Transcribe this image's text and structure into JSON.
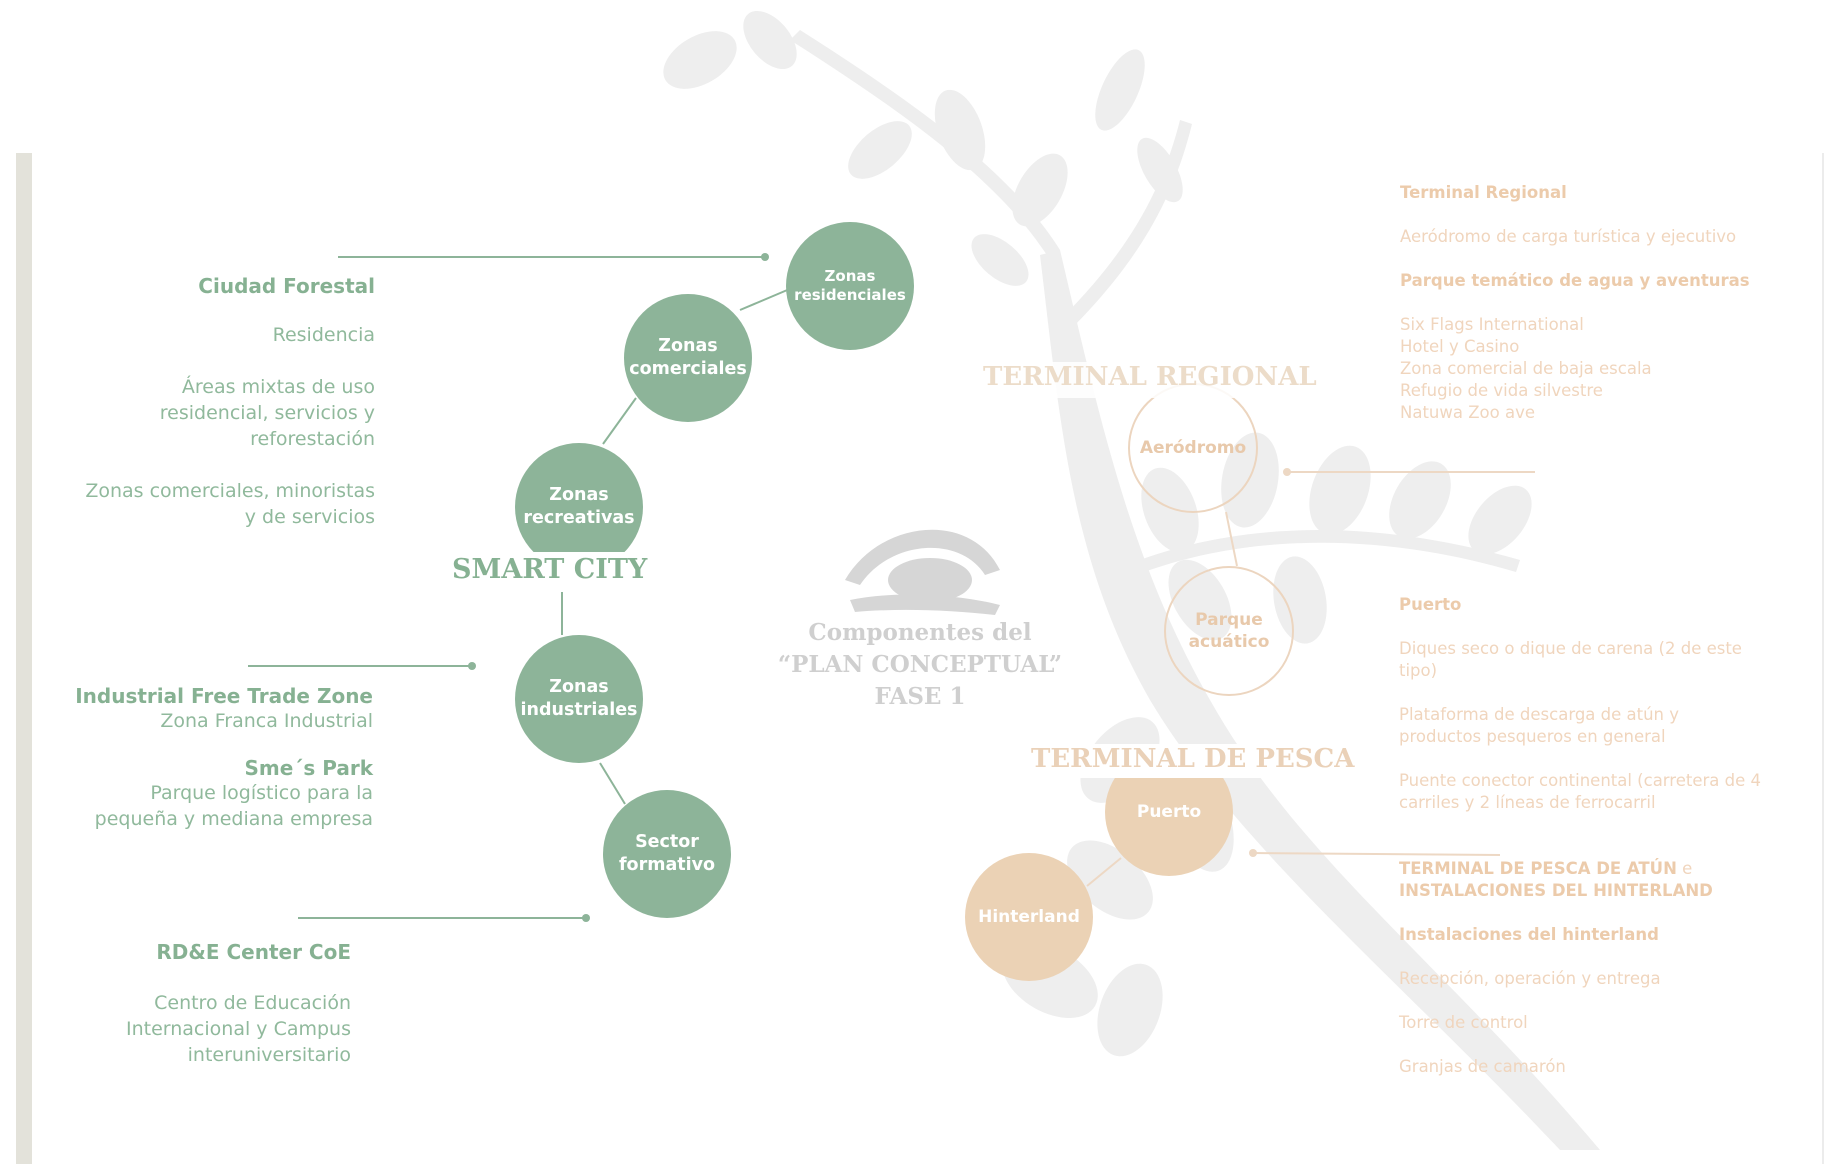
{
  "center": {
    "line1": "Componentes del",
    "line2": "“PLAN CONCEPTUAL”",
    "line3": "FASE 1"
  },
  "smart_city": {
    "title": "SMART CITY",
    "nodes": {
      "residenciales": "Zonas residenciales",
      "comerciales": "Zonas comerciales",
      "recreativas": "Zonas recreativas",
      "industriales": "Zonas industriales",
      "formativo": "Sector formativo"
    },
    "block1": {
      "heading": "Ciudad Forestal",
      "p1": "Residencia",
      "p2": [
        "Áreas mixtas de uso",
        "residencial, servicios y",
        "reforestación"
      ],
      "p3": [
        "Zonas comerciales, minoristas",
        "y de servicios"
      ]
    },
    "block2": {
      "heading1": "Industrial Free Trade Zone",
      "sub1": "Zona Franca Industrial",
      "heading2": "Sme´s Park",
      "sub2": [
        "Parque logístico para la",
        "pequeña y mediana empresa"
      ]
    },
    "block3": {
      "heading": "RD&E Center CoE",
      "p": [
        "Centro de Educación",
        "Internacional y Campus",
        "interuniversitario"
      ]
    }
  },
  "terminal_regional": {
    "title": "TERMINAL REGIONAL",
    "nodes": {
      "aerodromo": "Aeródromo",
      "parque": "Parque acuático"
    },
    "text": {
      "h1": "Terminal Regional",
      "p1": "Aeródromo de carga turística y ejecutivo",
      "h2": "Parque temático de agua y aventuras",
      "list": [
        "Six Flags International",
        "Hotel y Casino",
        "Zona comercial de baja escala",
        "Refugio de vida silvestre",
        "Natuwa Zoo ave"
      ]
    }
  },
  "terminal_pesca": {
    "title": "TERMINAL DE PESCA",
    "nodes": {
      "puerto": "Puerto",
      "hinterland": "Hinterland"
    },
    "text1": {
      "h": "Puerto",
      "items": [
        [
          "Diques seco o dique de carena (2 de este",
          "tipo)"
        ],
        [
          "Plataforma de descarga de atún y",
          "productos pesqueros en general"
        ],
        [
          "Puente conector continental (carretera de 4",
          "carriles y 2 líneas de ferrocarril"
        ]
      ]
    },
    "text2": {
      "h_bold1": "TERMINAL DE PESCA DE ATÚN",
      "h_plain": " e",
      "h_bold2": "INSTALACIONES DEL HINTERLAND",
      "h2": "Instalaciones del hinterland",
      "items": [
        "Recepción, operación y  entrega",
        "Torre de control",
        "Granjas de camarón"
      ]
    }
  },
  "colors": {
    "green": "#8db499",
    "peach": "#ebd2b5",
    "peach_text": "#f0d5bd",
    "center_gray": "#cfcfcf",
    "bar": "#e3e2da"
  },
  "icons": [
    "plant-branch-watermark",
    "eye-logo"
  ]
}
